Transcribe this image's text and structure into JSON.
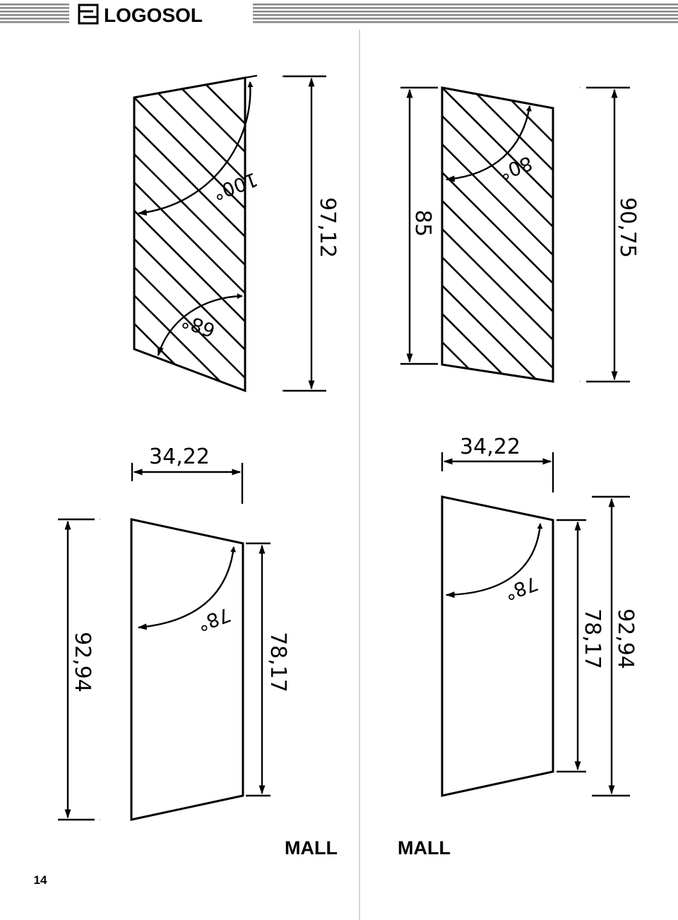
{
  "header": {
    "brand": "LOGOSOL",
    "logo_icon": "logosol-mark-icon"
  },
  "drawings": {
    "top_left": {
      "height_dim": "97,12",
      "angle_top": "100°",
      "angle_bottom": "68°"
    },
    "top_right": {
      "left_height_dim": "85",
      "right_height_dim": "90,75",
      "angle_top": "80°"
    },
    "bottom_left": {
      "width_dim": "34,22",
      "left_height_dim": "92,94",
      "right_height_dim": "78,17",
      "angle": "78°",
      "label": "MALL"
    },
    "bottom_right": {
      "width_dim": "34,22",
      "inner_height_dim": "78,17",
      "outer_height_dim": "92,94",
      "angle": "78°",
      "label": "MALL"
    }
  },
  "footer": {
    "page_number": "14"
  }
}
